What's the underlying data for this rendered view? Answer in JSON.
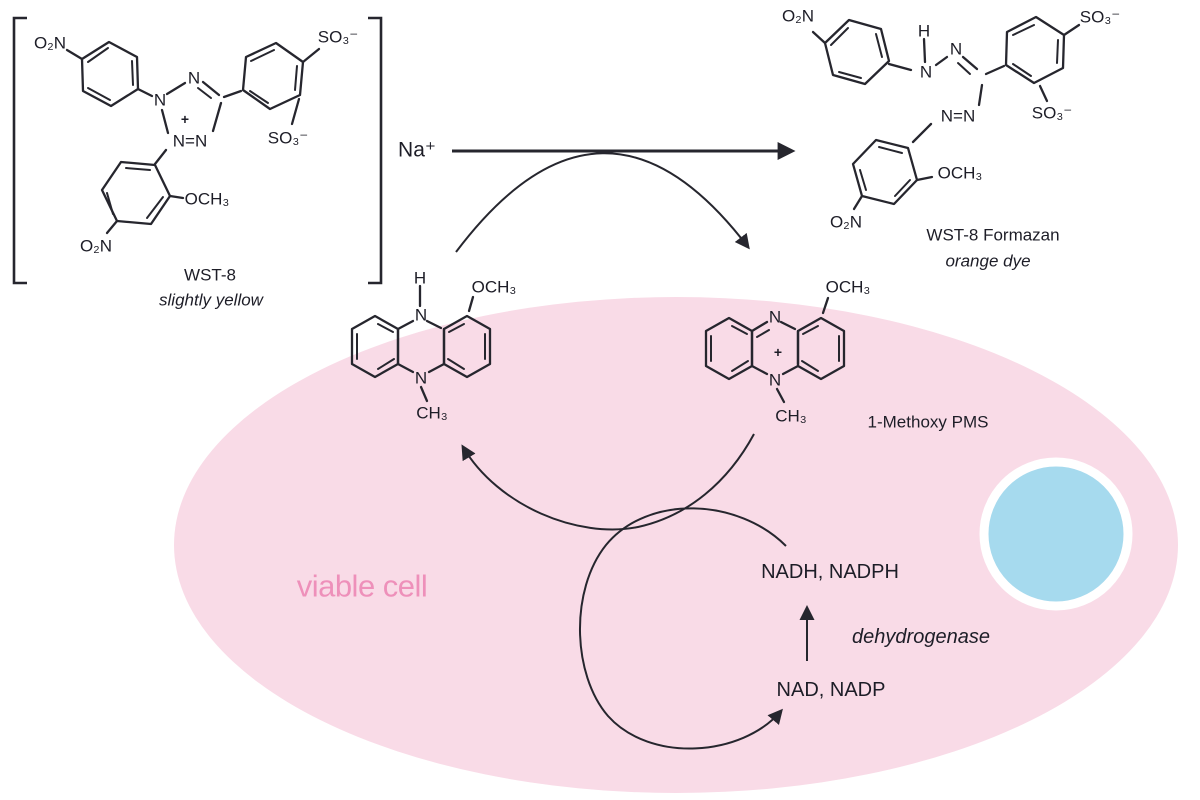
{
  "colors": {
    "line": "#26262e",
    "text": "#1d1d27",
    "cell_fill": "#f9dbe7",
    "cell_label": "#ee90ba",
    "nucleus_fill": "#a6daee"
  },
  "left_structure": {
    "no2_top": "O₂N",
    "n_left": "N",
    "n_top": "N",
    "plus": "+",
    "n_double": "N=N",
    "so3_top": "SO₃⁻",
    "so3_mid": "SO₃⁻",
    "och3": "OCH₃",
    "no2_bottom": "O₂N",
    "name": "WST-8",
    "note": "slightly yellow",
    "sodium": "Na⁺"
  },
  "right_structure": {
    "no2_top": "O₂N",
    "h": "H",
    "nh": "N",
    "n2": "N",
    "n_double": "N=N",
    "so3_top": "SO₃⁻",
    "so3_mid": "SO₃⁻",
    "och3": "OCH₃",
    "no2_bottom": "O₂N",
    "name": "WST-8 Formazan",
    "note": "orange dye"
  },
  "pms_reduced": {
    "h": "H",
    "n_top": "N",
    "och3": "OCH₃",
    "n_bottom": "N",
    "ch3": "CH₃"
  },
  "pms_oxidized": {
    "n_top": "N",
    "plus": "+",
    "n_bottom": "N",
    "och3": "OCH₃",
    "ch3": "CH₃",
    "label": "1-Methoxy PMS"
  },
  "cell": {
    "label": "viable cell"
  },
  "cycle": {
    "nadh": "NADH, NADPH",
    "enzyme": "dehydrogenase",
    "nad": "NAD, NADP"
  }
}
